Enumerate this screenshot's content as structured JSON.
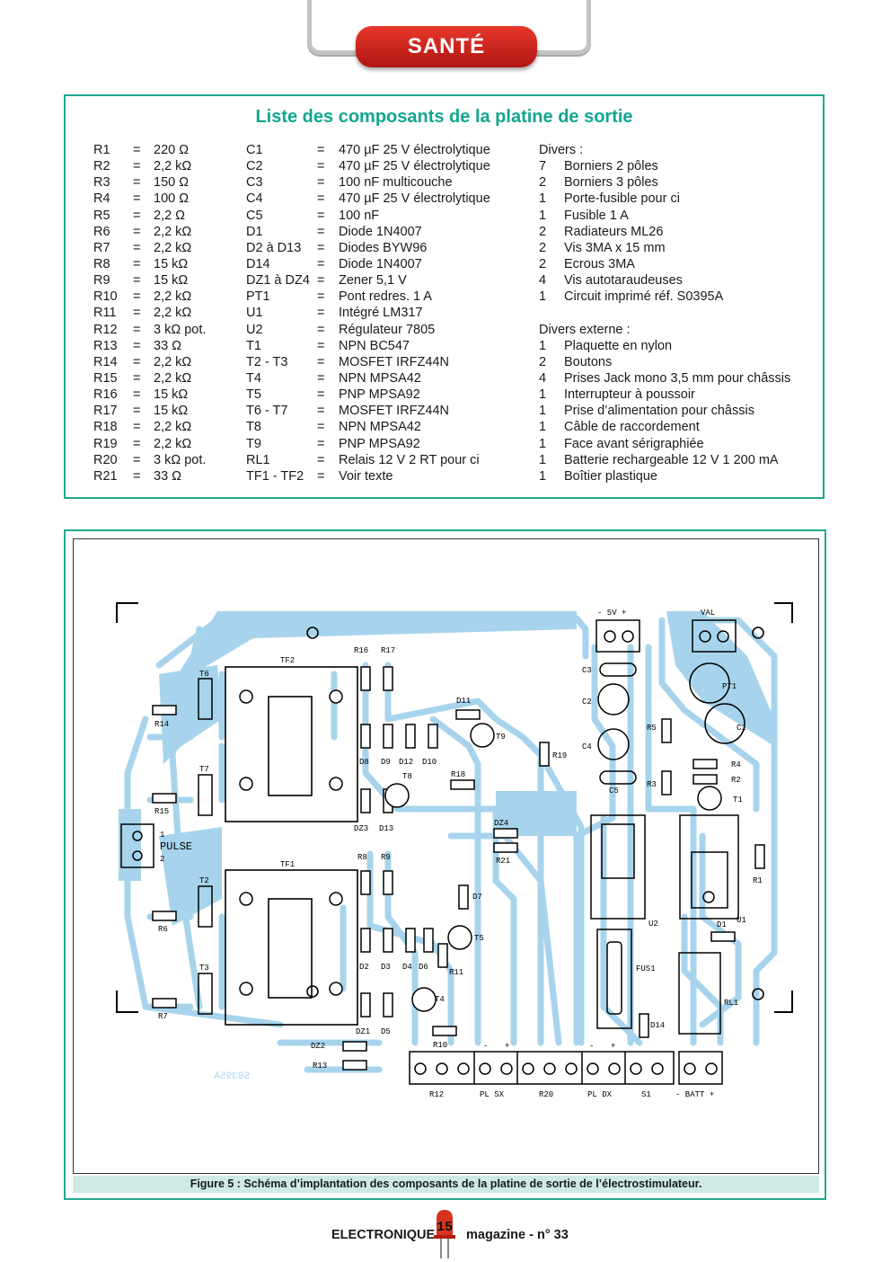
{
  "header": {
    "section": "SANTÉ"
  },
  "list": {
    "title": "Liste des composants de la platine de sortie",
    "resistors": [
      {
        "ref": "R1",
        "eq": "=",
        "val": "220 Ω"
      },
      {
        "ref": "R2",
        "eq": "=",
        "val": "2,2 kΩ"
      },
      {
        "ref": "R3",
        "eq": "=",
        "val": "150 Ω"
      },
      {
        "ref": "R4",
        "eq": "=",
        "val": "100 Ω"
      },
      {
        "ref": "R5",
        "eq": "=",
        "val": "2,2 Ω"
      },
      {
        "ref": "R6",
        "eq": "=",
        "val": "2,2 kΩ"
      },
      {
        "ref": "R7",
        "eq": "=",
        "val": "2,2 kΩ"
      },
      {
        "ref": "R8",
        "eq": "=",
        "val": "15 kΩ"
      },
      {
        "ref": "R9",
        "eq": "=",
        "val": "15 kΩ"
      },
      {
        "ref": "R10",
        "eq": "=",
        "val": "2,2 kΩ"
      },
      {
        "ref": "R11",
        "eq": "=",
        "val": "2,2 kΩ"
      },
      {
        "ref": "R12",
        "eq": "=",
        "val": "3 kΩ pot."
      },
      {
        "ref": "R13",
        "eq": "=",
        "val": "33 Ω"
      },
      {
        "ref": "R14",
        "eq": "=",
        "val": "2,2 kΩ"
      },
      {
        "ref": "R15",
        "eq": "=",
        "val": "2,2 kΩ"
      },
      {
        "ref": "R16",
        "eq": "=",
        "val": "15 kΩ"
      },
      {
        "ref": "R17",
        "eq": "=",
        "val": "15 kΩ"
      },
      {
        "ref": "R18",
        "eq": "=",
        "val": "2,2 kΩ"
      },
      {
        "ref": "R19",
        "eq": "=",
        "val": "2,2 kΩ"
      },
      {
        "ref": "R20",
        "eq": "=",
        "val": "3 kΩ pot."
      },
      {
        "ref": "R21",
        "eq": "=",
        "val": "33 Ω"
      }
    ],
    "components": [
      {
        "ref": "C1",
        "eq": "=",
        "val": "470 µF 25 V électrolytique"
      },
      {
        "ref": "C2",
        "eq": "=",
        "val": "470 µF 25 V électrolytique"
      },
      {
        "ref": "C3",
        "eq": "=",
        "val": "100 nF multicouche"
      },
      {
        "ref": "C4",
        "eq": "=",
        "val": "470 µF 25 V électrolytique"
      },
      {
        "ref": "C5",
        "eq": "=",
        "val": "100 nF"
      },
      {
        "ref": "D1",
        "eq": "=",
        "val": "Diode 1N4007"
      },
      {
        "ref": "D2 à D13",
        "eq": "=",
        "val": "Diodes BYW96"
      },
      {
        "ref": "D14",
        "eq": "=",
        "val": "Diode 1N4007"
      },
      {
        "ref": "DZ1 à DZ4",
        "eq": "=",
        "val": "Zener 5,1 V"
      },
      {
        "ref": "PT1",
        "eq": "=",
        "val": "Pont redres. 1 A"
      },
      {
        "ref": "U1",
        "eq": "=",
        "val": "Intégré LM317"
      },
      {
        "ref": "U2",
        "eq": "=",
        "val": "Régulateur 7805"
      },
      {
        "ref": "T1",
        "eq": "=",
        "val": "NPN BC547"
      },
      {
        "ref": "T2 - T3",
        "eq": "=",
        "val": "MOSFET IRFZ44N"
      },
      {
        "ref": "T4",
        "eq": "=",
        "val": "NPN MPSA42"
      },
      {
        "ref": "T5",
        "eq": "=",
        "val": "PNP MPSA92"
      },
      {
        "ref": "T6 - T7",
        "eq": "=",
        "val": "MOSFET IRFZ44N"
      },
      {
        "ref": "T8",
        "eq": "=",
        "val": "NPN MPSA42"
      },
      {
        "ref": "T9",
        "eq": "=",
        "val": "PNP MPSA92"
      },
      {
        "ref": "RL1",
        "eq": "=",
        "val": "Relais 12 V 2 RT pour ci"
      },
      {
        "ref": "TF1 - TF2",
        "eq": "=",
        "val": "Voir texte"
      }
    ],
    "divers_title": "Divers :",
    "divers": [
      {
        "qty": "7",
        "desc": "Borniers 2 pôles"
      },
      {
        "qty": "2",
        "desc": "Borniers 3 pôles"
      },
      {
        "qty": "1",
        "desc": "Porte-fusible pour ci"
      },
      {
        "qty": "1",
        "desc": "Fusible 1 A"
      },
      {
        "qty": "2",
        "desc": "Radiateurs ML26"
      },
      {
        "qty": "2",
        "desc": "Vis 3MA x 15 mm"
      },
      {
        "qty": "2",
        "desc": "Ecrous 3MA"
      },
      {
        "qty": "4",
        "desc": "Vis autotaraudeuses"
      },
      {
        "qty": "1",
        "desc": "Circuit imprimé réf. S0395A"
      }
    ],
    "divers_ext_title": "Divers externe :",
    "divers_ext": [
      {
        "qty": "1",
        "desc": "Plaquette en nylon"
      },
      {
        "qty": "2",
        "desc": "Boutons"
      },
      {
        "qty": "4",
        "desc": "Prises Jack mono 3,5 mm pour châssis"
      },
      {
        "qty": "1",
        "desc": "Interrupteur à poussoir"
      },
      {
        "qty": "1",
        "desc": "Prise d’alimentation pour châssis"
      },
      {
        "qty": "1",
        "desc": "Câble de raccordement"
      },
      {
        "qty": "1",
        "desc": "Face avant sérigraphiée"
      },
      {
        "qty": "1",
        "desc": "Batterie rechargeable 12 V 1 200 mA"
      },
      {
        "qty": "1",
        "desc": "Boîtier plastique"
      }
    ]
  },
  "figure": {
    "caption": "Figure 5 : Schéma d’implantation des composants de la platine de sortie de l’électrostimulateur.",
    "colors": {
      "copper": "#a7d4ec",
      "silk": "#000000"
    },
    "labels": {
      "tf2": "TF2",
      "tf1": "TF1",
      "t6": "T6",
      "t7": "T7",
      "t2": "T2",
      "t3": "T3",
      "r14": "R14",
      "r15": "R15",
      "r6": "R6",
      "r7": "R7",
      "pulse": "PULSE",
      "pulse1": "1",
      "pulse2": "2",
      "r16": "R16",
      "r17": "R17",
      "r8": "R8",
      "r9": "R9",
      "d8": "D8",
      "d9": "D9",
      "d12": "D12",
      "d10": "D10",
      "d11": "D11",
      "t8": "T8",
      "t9": "T9",
      "dz3": "DZ3",
      "d13": "D13",
      "r18": "R18",
      "r19": "R19",
      "dz4": "DZ4",
      "r21": "R21",
      "d7": "D7",
      "t5": "T5",
      "d2": "D2",
      "d3": "D3",
      "d4": "D4",
      "d6": "D6",
      "r11": "R11",
      "t4": "T4",
      "dz1": "DZ1",
      "d5": "D5",
      "r10": "R10",
      "dz2": "DZ2",
      "r13": "R13",
      "code": "S0395A",
      "p5v": "- 5V +",
      "val": "VAL",
      "c3": "C3",
      "c2": "C2",
      "c4": "C4",
      "c5": "C5",
      "pt1": "PT1",
      "c1": "C1",
      "r5": "R5",
      "r3": "R3",
      "r4": "R4",
      "r2": "R2",
      "t1": "T1",
      "r1": "R1",
      "u2": "U2",
      "u1": "U1",
      "d1": "D1",
      "fus1": "FUS1",
      "rl1": "RL1",
      "d14": "D14",
      "b_r12": "R12",
      "b_pl_sx": "PL  SX",
      "b_r20": "R20",
      "b_pl_dx": "PL  DX",
      "b_s1": "S1",
      "b_batt": "- BATT +",
      "sx_m": "-",
      "sx_p": "+",
      "dx_m": "-",
      "dx_p": "+"
    }
  },
  "footer": {
    "left": "ELECTRONIQUE",
    "page": "15",
    "right": "magazine - n° 33"
  }
}
